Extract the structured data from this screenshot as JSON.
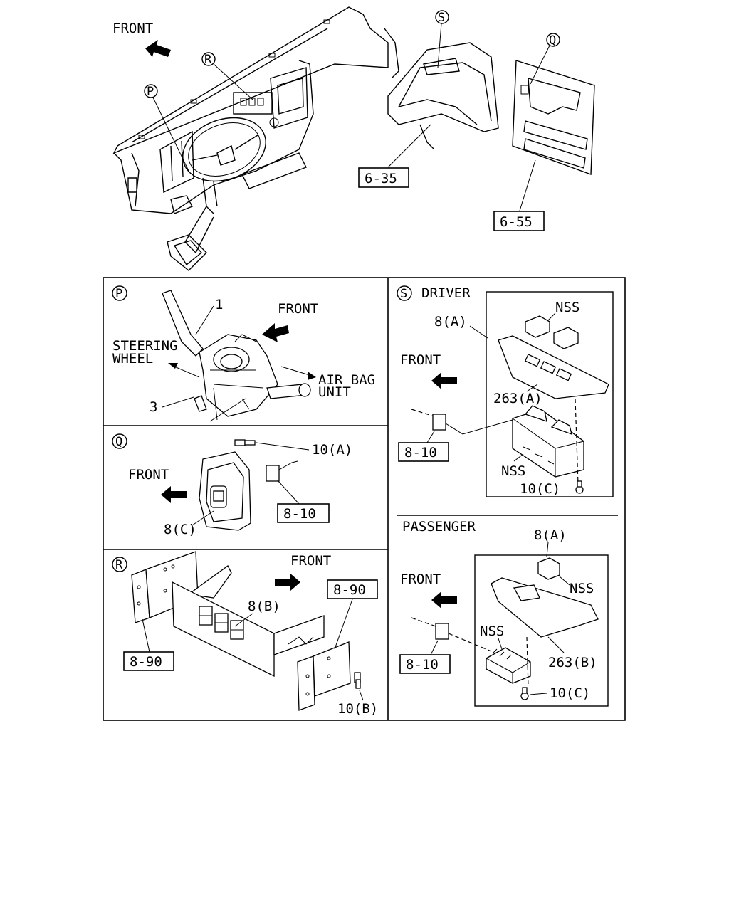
{
  "overview": {
    "front": "FRONT",
    "callouts": {
      "P": "P",
      "R": "R",
      "S": "S",
      "Q": "Q"
    },
    "refs": {
      "ref_635": "6-35",
      "ref_655": "6-55"
    }
  },
  "panel_p": {
    "marker": "P",
    "front": "FRONT",
    "part_1": "1",
    "part_3": "3",
    "steering_line1": "STEERING",
    "steering_line2": "WHEEL",
    "airbag_line1": "AIR BAG",
    "airbag_line2": "UNIT"
  },
  "panel_q": {
    "marker": "Q",
    "front": "FRONT",
    "screw": "10(A)",
    "switch": "8(C)",
    "ref": "8-10"
  },
  "panel_r": {
    "marker": "R",
    "front": "FRONT",
    "switch": "8(B)",
    "ref_right": "8-90",
    "ref_left": "8-90",
    "screw": "10(B)"
  },
  "panel_s": {
    "marker": "S",
    "title": "DRIVER",
    "switch": "8(A)",
    "nss_top": "NSS",
    "front": "FRONT",
    "bezel": "263(A)",
    "ref": "8-10",
    "nss_bottom": "NSS",
    "screw": "10(C)"
  },
  "panel_passenger": {
    "title": "PASSENGER",
    "switch": "8(A)",
    "nss_right": "NSS",
    "front": "FRONT",
    "nss_left": "NSS",
    "ref": "8-10",
    "bezel": "263(B)",
    "screw": "10(C)"
  }
}
